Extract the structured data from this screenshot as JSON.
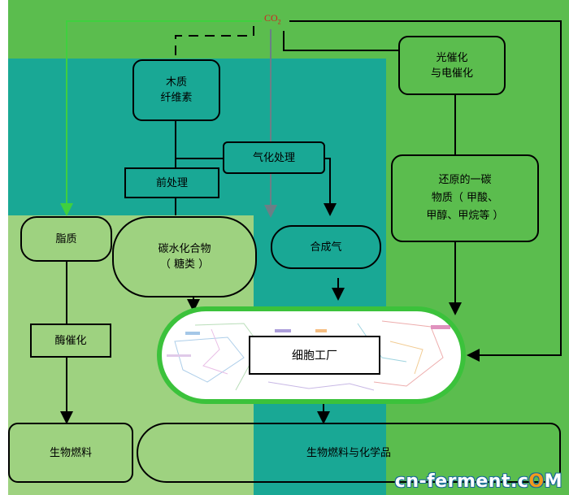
{
  "co2": {
    "base": "CO",
    "sub": "2"
  },
  "nodes": {
    "lignocellulose": "木质\n纤维素",
    "pretreatment": "前处理",
    "gasification": "气化处理",
    "photo_electro": "光催化\n与电催化",
    "reduced_c1": "还原的一碳\n物质（ 甲酸、\n甲醇、甲烷等 ）",
    "lipid": "脂质",
    "carbohydrate": "碳水化合物\n（ 糖类 ）",
    "syngas": "合成气",
    "enzyme": "酶催化",
    "cell_factory": "细胞工厂",
    "biofuel": "生物燃料",
    "biofuel_chem": "生物燃料与化学品"
  },
  "watermark": {
    "prefix": "cn-ferment.c",
    "o": "O",
    "suffix": "M"
  },
  "colors": {
    "green": "#5bbd4e",
    "teal": "#19a895",
    "light_green": "#9ed280",
    "arrow_green": "#3fd03f",
    "arrow_grey": "#6b7f86",
    "watermark_orange": "#f29a1c"
  }
}
